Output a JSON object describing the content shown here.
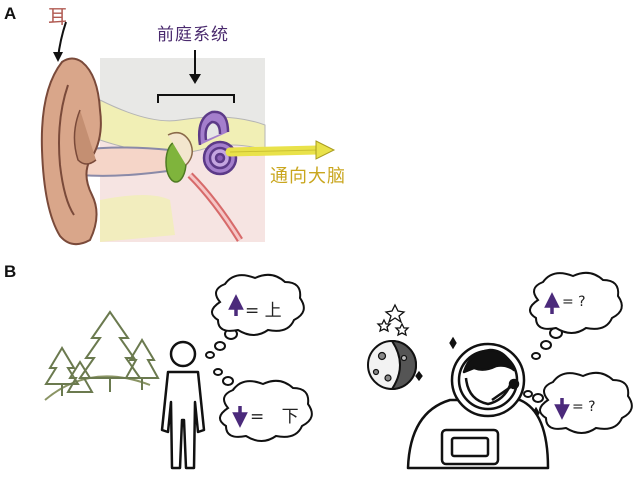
{
  "panels": {
    "a": {
      "letter": "A"
    },
    "b": {
      "letter": "B"
    }
  },
  "ear_diagram": {
    "label_ear": "耳",
    "label_vestibular": "前庭系统",
    "label_to_brain": "通向大脑"
  },
  "earth_scene": {
    "up_text": "= 上",
    "down_text": "= 下"
  },
  "space_scene": {
    "up_text": "= ?",
    "down_text": "= ?"
  },
  "colors": {
    "skin": "#d9a68a",
    "skin_outline": "#7a4a3a",
    "bone": "#f1efb5",
    "vestibular_purple": "#8a5fb4",
    "nerve_yellow": "#e9e24a",
    "arrow_purple": "#4b2a7b",
    "tree_green": "#6b7a4f"
  }
}
